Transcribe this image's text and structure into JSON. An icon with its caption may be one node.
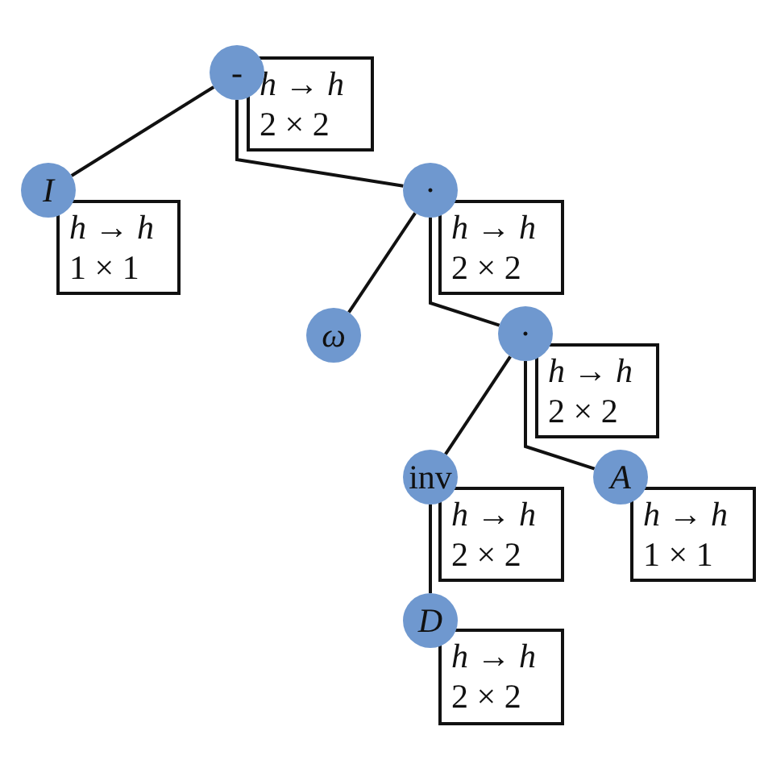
{
  "diagram": {
    "nodes": [
      {
        "text": [
          "-"
        ]
      },
      {
        "text": [
          "*h* → *h*",
          "2 × 2"
        ]
      },
      {
        "text": [
          "I"
        ]
      },
      {
        "text": [
          "*h* → *h*",
          "1 × 1"
        ]
      },
      {
        "text": [
          "·"
        ]
      },
      {
        "text": [
          "*h* → *h*",
          "2 × 2"
        ]
      },
      {
        "text": [
          "ω"
        ]
      },
      {
        "text": [
          "·"
        ]
      },
      {
        "text": [
          "*h* → *h*",
          "2 × 2"
        ]
      },
      {
        "text": [
          "inv"
        ]
      },
      {
        "text": [
          "*h* → *h*",
          "2 × 2"
        ]
      },
      {
        "text": [
          "A"
        ]
      },
      {
        "text": [
          "*h* → *h*",
          "1 × 1"
        ]
      },
      {
        "text": [
          "D"
        ]
      },
      {
        "text": [
          "*h* → *h*",
          "2 × 2"
        ]
      }
    ],
    "edges": [
      {
        "from": 0,
        "to": 2,
        "arrow": "none"
      },
      {
        "from": 0,
        "to": 4,
        "arrow": "none"
      },
      {
        "from": 4,
        "to": 6,
        "arrow": "none"
      },
      {
        "from": 4,
        "to": 7,
        "arrow": "none"
      },
      {
        "from": 7,
        "to": 9,
        "arrow": "none"
      },
      {
        "from": 7,
        "to": 11,
        "arrow": "none"
      },
      {
        "from": 9,
        "to": 13,
        "arrow": "none"
      }
    ]
  }
}
